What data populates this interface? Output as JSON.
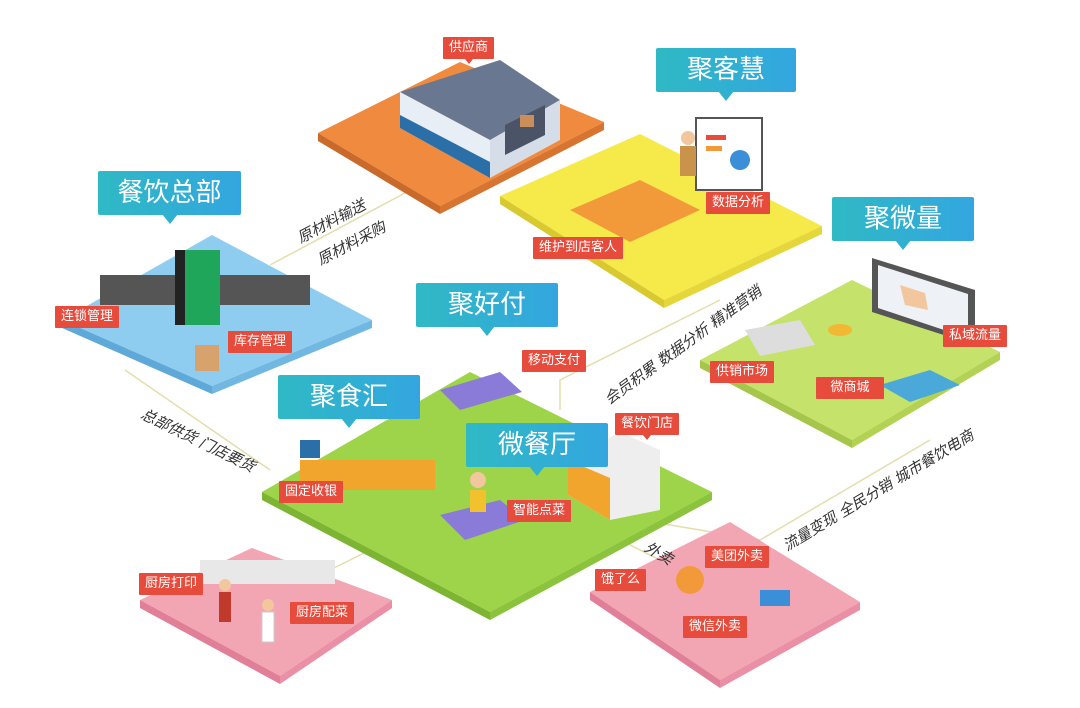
{
  "hubs": {
    "headquarters": "餐饮总部",
    "customer_insight": "聚客慧",
    "micro_traffic": "聚微量",
    "payment": "聚好付",
    "food_hub": "聚食汇",
    "micro_restaurant": "微餐厅"
  },
  "tags": {
    "supplier": "供应商",
    "data_analysis": "数据分析",
    "maintain_customers": "维护到店客人",
    "chain_management": "连锁管理",
    "inventory_management": "库存管理",
    "mobile_payment": "移动支付",
    "private_traffic": "私域流量",
    "supply_market": "供销市场",
    "micro_mall": "微商城",
    "restaurant_store": "餐饮门店",
    "fixed_cashier": "固定收银",
    "smart_ordering": "智能点菜",
    "meituan_delivery": "美团外卖",
    "eleme": "饿了么",
    "wechat_delivery": "微信外卖",
    "kitchen_print": "厨房打印",
    "kitchen_prep": "厨房配菜"
  },
  "flows": {
    "raw_transport": "原材料输送",
    "raw_purchase": "原材料采购",
    "hq_supply": "总部供货 门店要货",
    "marketing": "会员积累 数据分析 精准营销",
    "ecommerce": "流量变现 全民分销 城市餐饮电商",
    "takeout": "外卖"
  },
  "colors": {
    "teal": "#2fb9c4",
    "red": "#e64b3c",
    "supplier_platform": "#f08a3e",
    "insight_platform": "#f6e94a",
    "hq_platform": "#8fcdf0",
    "micro_platform": "#c5e26a",
    "center_platform": "#9ed44a",
    "pink_platform": "#f2a6b4"
  }
}
